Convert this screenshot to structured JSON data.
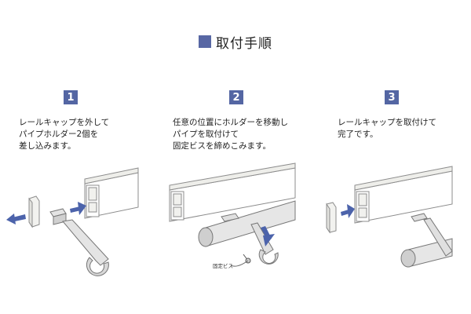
{
  "title": "取付手順",
  "colors": {
    "badge": "#5466a3",
    "arrow": "#4c63ab",
    "rail_line": "#8c8c8c",
    "rail_fill": "#f8f7f2",
    "metal_fill": "#dcdcdc"
  },
  "steps": [
    {
      "number": "1",
      "text": "レールキャップを外して\nパイプホルダー2個を\n差し込みます。"
    },
    {
      "number": "2",
      "text": "任意の位置にホルダーを移動し\nパイプを取付けて\n固定ビスを締めこみます。",
      "callout": "固定ビス"
    },
    {
      "number": "3",
      "text": "レールキャップを取付けて\n完了です。"
    }
  ]
}
